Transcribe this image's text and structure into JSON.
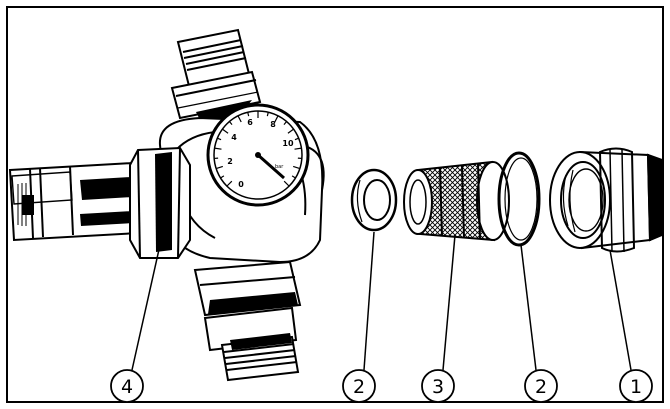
{
  "callouts": [
    {
      "label": "4"
    },
    {
      "label": "2"
    },
    {
      "label": "3"
    },
    {
      "label": "2"
    },
    {
      "label": "1"
    }
  ],
  "gauge": {
    "scale": [
      "0",
      "2",
      "4",
      "6",
      "8",
      "10"
    ],
    "unit": "bar"
  }
}
